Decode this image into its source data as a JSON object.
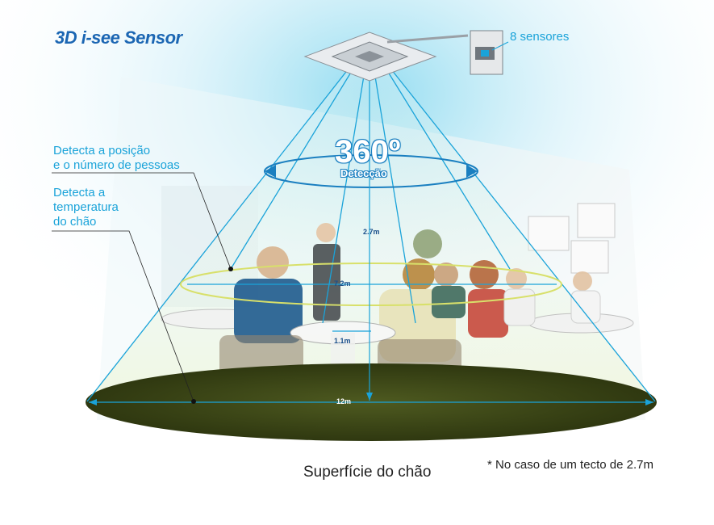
{
  "logo": {
    "text": "3D i-see Sensor"
  },
  "labels": {
    "sensors": "8 sensores",
    "position": "Detecta a posição\ne o número de pessoas",
    "temperature": "Detecta a\ntemperatura\ndo chão",
    "degrees": "360º",
    "detection": "Detecção",
    "height": "2.7m",
    "diameter_mid": "7.2m",
    "depth_small": "1.1m",
    "diameter_floor": "12m",
    "floor": "Superfície do chão",
    "note": "* No caso de um tecto de 2.7m"
  },
  "colors": {
    "accent": "#1aa3d9",
    "logo": "#1b66b3",
    "floor": "#3f4a1a",
    "ring": "#d8e06a"
  },
  "icons": [
    "ceiling-cassette-icon",
    "remote-sensor-icon",
    "diners-illustration"
  ]
}
